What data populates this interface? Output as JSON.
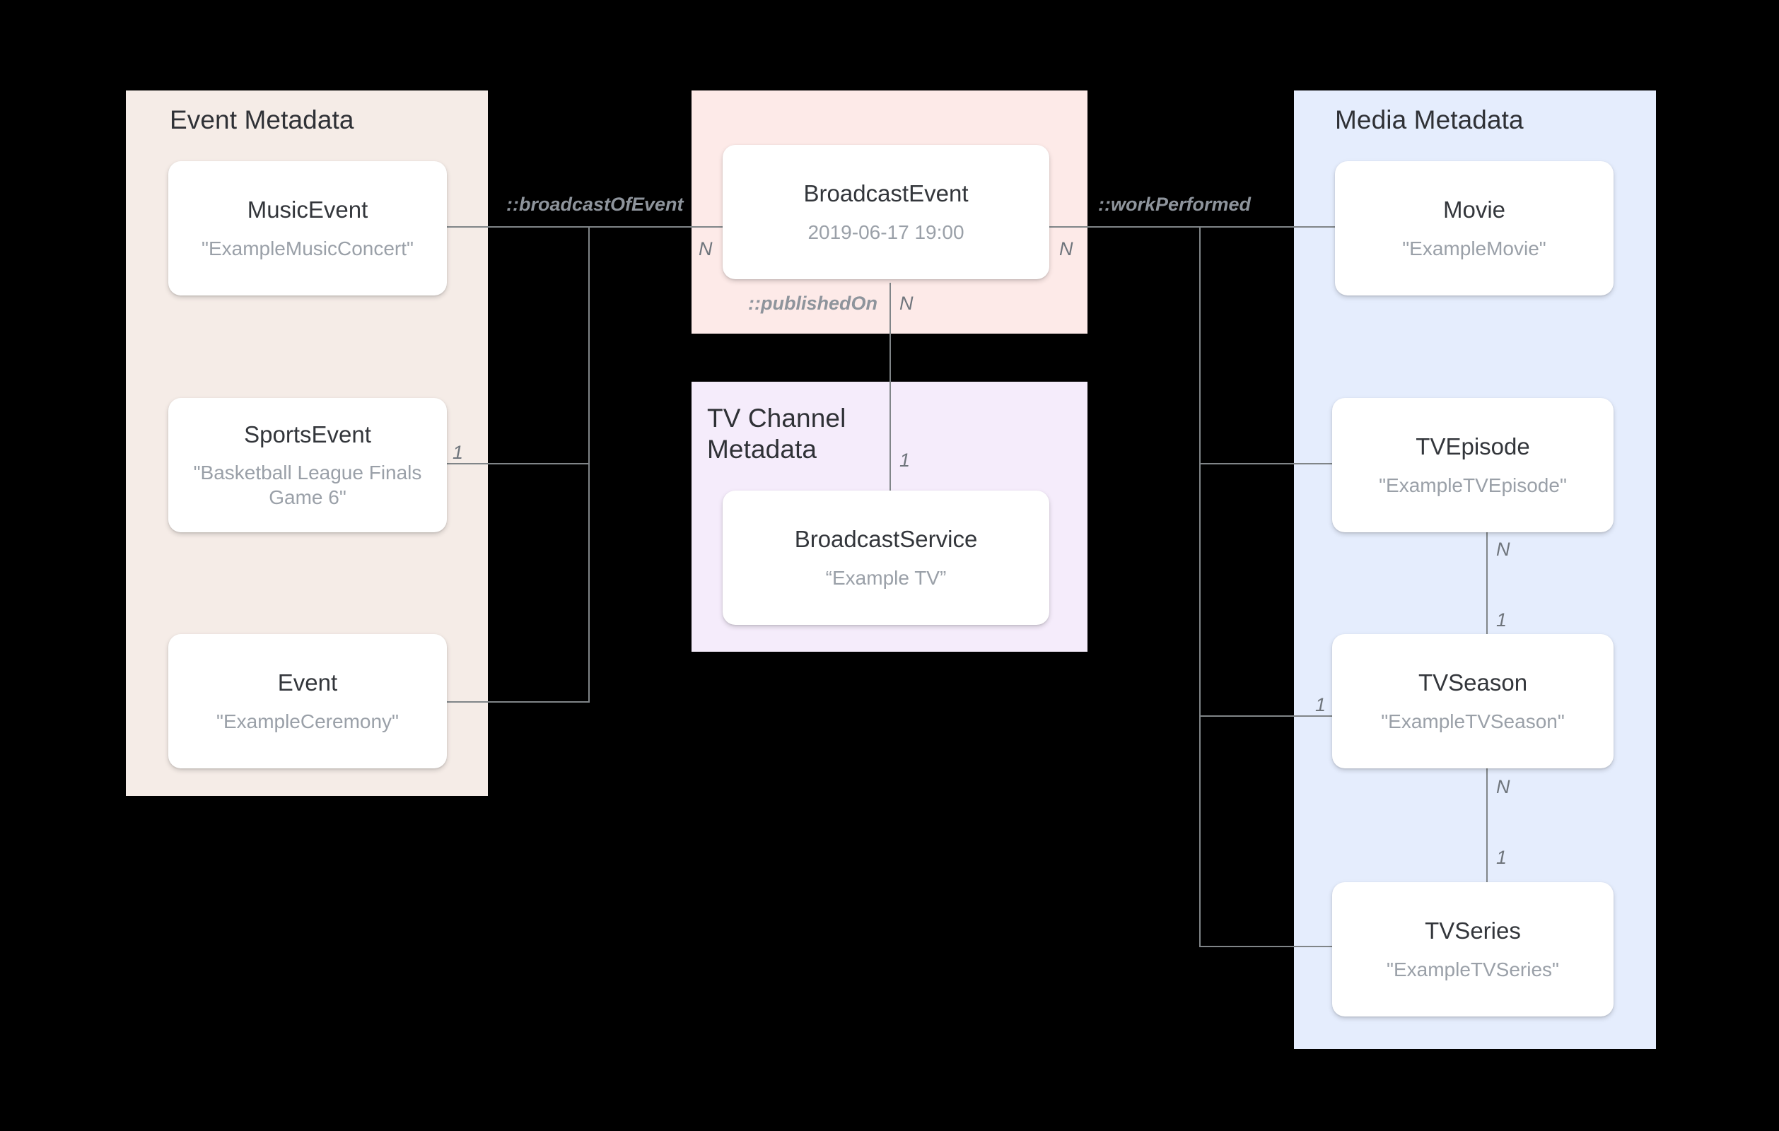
{
  "diagram": {
    "title_groups": {
      "event": "Event Metadata",
      "broadcast": "",
      "tvchannel": "TV Channel\nMetadata",
      "media": "Media Metadata"
    },
    "nodes": {
      "music_event": {
        "type": "MusicEvent",
        "value": "\"ExampleMusicConcert\""
      },
      "sports_event": {
        "type": "SportsEvent",
        "value": "\"Basketball League Finals Game 6\""
      },
      "event": {
        "type": "Event",
        "value": "\"ExampleCeremony\""
      },
      "broadcast_event": {
        "type": "BroadcastEvent",
        "value": "2019-06-17 19:00"
      },
      "broadcast_service": {
        "type": "BroadcastService",
        "value": "“Example TV”"
      },
      "movie": {
        "type": "Movie",
        "value": "\"ExampleMovie\""
      },
      "tv_episode": {
        "type": "TVEpisode",
        "value": "\"ExampleTVEpisode\""
      },
      "tv_season": {
        "type": "TVSeason",
        "value": "\"ExampleTVSeason\""
      },
      "tv_series": {
        "type": "TVSeries",
        "value": "\"ExampleTVSeries\""
      }
    },
    "relations": {
      "broadcast_of_event": "::broadcastOfEvent",
      "work_performed": "::workPerformed",
      "published_on": "::publishedOn"
    },
    "cardinalities": {
      "sports_event_side": "1",
      "broadcast_event_left": "N",
      "broadcast_event_right": "N",
      "broadcast_event_bottom": "N",
      "broadcast_service_top": "1",
      "tv_episode_bottom": "N",
      "tv_season_top": "1",
      "tv_season_left": "1",
      "tv_season_bottom": "N",
      "tv_series_top": "1"
    },
    "colors": {
      "event_panel": "#f5ece7",
      "broadcast_panel": "#fdeae8",
      "tvchannel_panel": "#f5ecfb",
      "media_panel": "#e5edfd",
      "card": "#ffffff",
      "connector": "#808588",
      "background": "#000000"
    }
  }
}
